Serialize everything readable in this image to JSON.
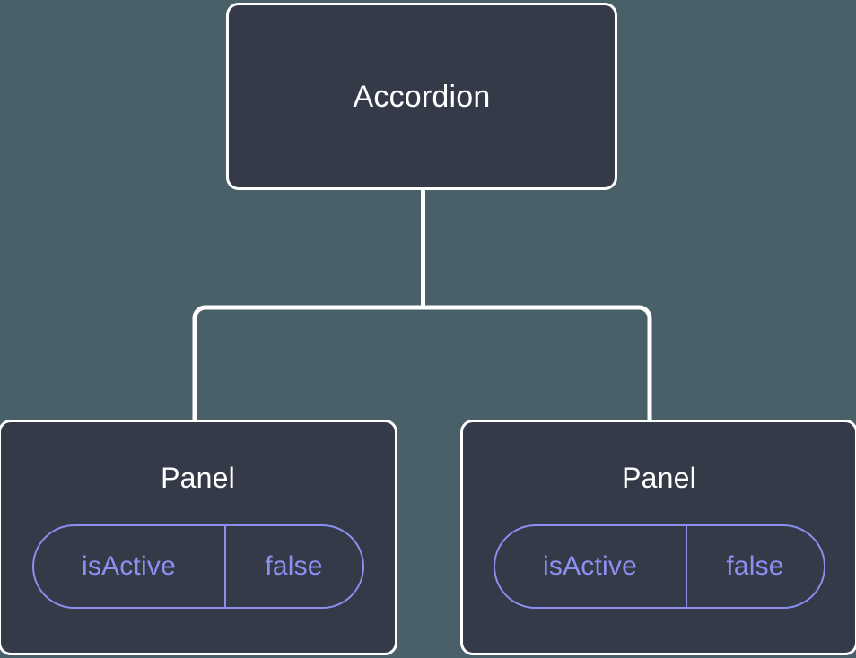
{
  "diagram": {
    "type": "component-tree",
    "background_color": "#4a6068",
    "node_fill_color": "#343a48",
    "node_border_color": "#ffffff",
    "connector_color": "#ffffff",
    "accent_color": "#8b8ff0",
    "title_color": "#ffffff"
  },
  "root": {
    "label": "Accordion"
  },
  "children": [
    {
      "label": "Panel",
      "state": {
        "key": "isActive",
        "value": "false"
      }
    },
    {
      "label": "Panel",
      "state": {
        "key": "isActive",
        "value": "false"
      }
    }
  ]
}
